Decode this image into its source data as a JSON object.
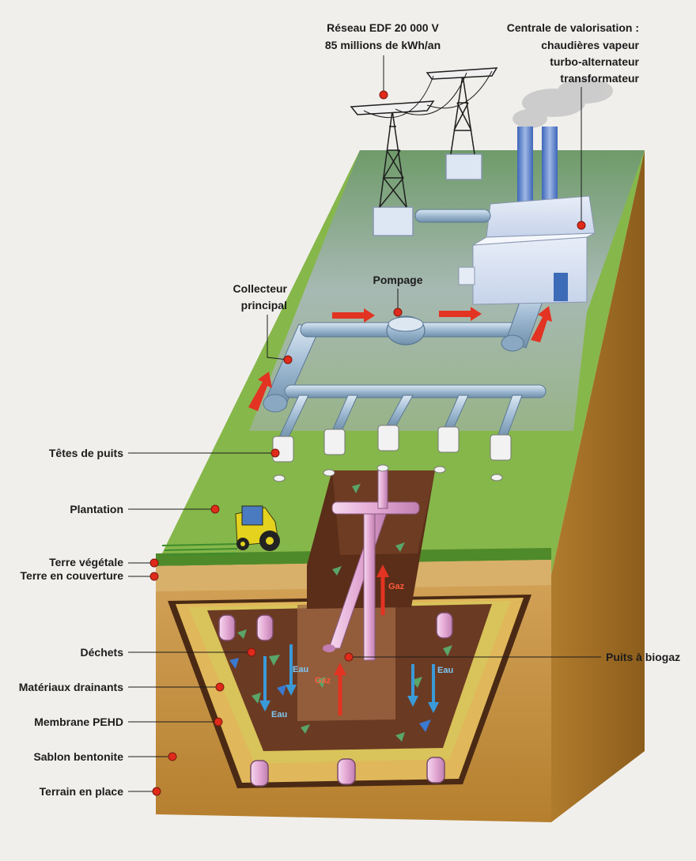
{
  "labels": {
    "reseau_line1": "Réseau EDF 20 000 V",
    "reseau_line2": "85 millions de kWh/an",
    "centrale_line1": "Centrale  de valorisation :",
    "centrale_line2": "chaudières vapeur",
    "centrale_line3": "turbo-alternateur",
    "centrale_line4": "transformateur",
    "pompage": "Pompage",
    "collecteur_line1": "Collecteur",
    "collecteur_line2": "principal",
    "tetes_de_puits": "Têtes de puits",
    "plantation": "Plantation",
    "terre_vegetale": "Terre végétale",
    "terre_couverture": "Terre en couverture",
    "dechets": "Déchets",
    "materiaux_drainants": "Matériaux drainants",
    "membrane_pehd": "Membrane PEHD",
    "sablon_bentonite": "Sablon bentonite",
    "terrain_en_place": "Terrain en place",
    "puits_biogaz": "Puits à biogaz"
  },
  "flow_labels": {
    "eau": "Eau",
    "gaz": "Gaz"
  },
  "colors": {
    "grass": "#86b74a",
    "plateau": "#7fa07a",
    "soil": "#b98a3a",
    "waste": "#6b3a22",
    "gravel": "#d6c55a",
    "membrane": "#4a2a14",
    "pipe_blue": "#a9c4dc",
    "pipe_pink": "#e9b8dc",
    "arrow_red": "#e33322",
    "arrow_blue": "#3a9ad8",
    "dot_red": "#e02a1a"
  }
}
